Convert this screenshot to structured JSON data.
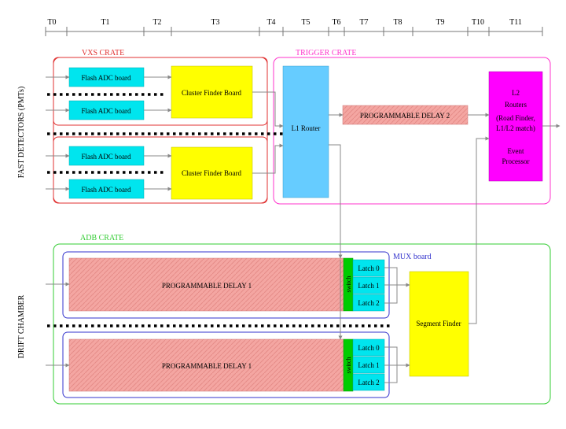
{
  "timeline": {
    "labels": [
      "T0",
      "T1",
      "T2",
      "T3",
      "T4",
      "T5",
      "T6",
      "T7",
      "T8",
      "T9",
      "T10",
      "T11"
    ]
  },
  "side_labels": {
    "fast": "FAST DETECTORS (PMTs)",
    "drift": "DRIFT CHAMBER"
  },
  "crates": {
    "vxs": "VXS CRATE",
    "trigger": "TRIGGER CRATE",
    "adb": "ADB CRATE",
    "mux": "MUX board"
  },
  "blocks": {
    "flash_adc": "Flash ADC board",
    "cluster_finder": "Cluster Finder Board",
    "l1_router": "L1 Router",
    "prog_delay_2": "PROGRAMMABLE DELAY 2",
    "l2_title": "L2",
    "l2_routers": "Routers",
    "l2_road": "(Road Finder,",
    "l2_match": "L1/L2 match)",
    "l2_event": "Event",
    "l2_processor": "Processor",
    "prog_delay_1_top": "PROGRAMMABLE DELAY   1",
    "prog_delay_1_bottom": "PROGRAMMABLE DELAY 1",
    "switch": "switch",
    "latch0": "Latch 0",
    "latch1": "Latch 1",
    "latch2": "Latch 2",
    "segment_finder": "Segment Finder"
  },
  "colors": {
    "vxs_border": "#e03030",
    "trigger_border": "#ff33cc",
    "adb_border": "#33cc33",
    "mux_border": "#3333cc",
    "cyan": "#00e5ee",
    "yellow": "#ffff00",
    "l1_blue": "#66ccff",
    "magenta": "#ff00ff",
    "salmon": "#f4a4a0",
    "green": "#00cc00"
  }
}
